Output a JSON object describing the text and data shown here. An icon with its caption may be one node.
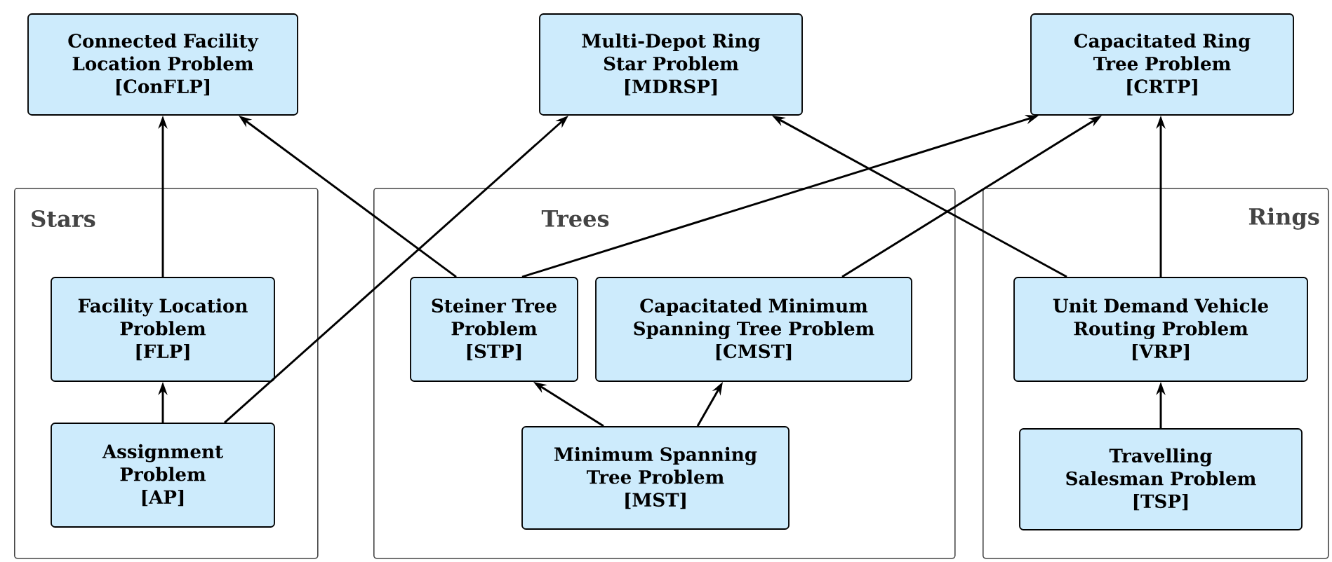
{
  "diagram": {
    "nodes": [
      {
        "text": [
          "Connected Facility Location Problem",
          "[ConFLP]"
        ]
      },
      {
        "text": [
          "Multi-Depot Ring Star Problem",
          "[MDRSP]"
        ]
      },
      {
        "text": [
          "Capacitated Ring Tree Problem",
          "[CRTP]"
        ]
      },
      {
        "text": [
          "Stars"
        ]
      },
      {
        "text": [
          "Trees"
        ]
      },
      {
        "text": [
          "Rings"
        ]
      },
      {
        "text": [
          "Facility Location Problem",
          "[FLP]"
        ],
        "in": 3
      },
      {
        "text": [
          "Assignment Problem",
          "[AP]"
        ],
        "in": 3
      },
      {
        "text": [
          "Steiner Tree Problem",
          "[STP]"
        ],
        "in": 4
      },
      {
        "text": [
          "Capacitated Minimum Spanning Tree Problem",
          "[CMST]"
        ],
        "in": 4
      },
      {
        "text": [
          "Minimum Spanning Tree Problem",
          "[MST]"
        ],
        "in": 4
      },
      {
        "text": [
          "Unit Demand Vehicle Routing Problem",
          "[VRP]"
        ],
        "in": 5
      },
      {
        "text": [
          "Travelling Salesman Problem",
          "[TSP]"
        ],
        "in": 5
      }
    ],
    "edges": [
      {
        "from": 6,
        "to": 0,
        "arrow": "to"
      },
      {
        "from": 7,
        "to": 6,
        "arrow": "to"
      },
      {
        "from": 7,
        "to": 1,
        "arrow": "to"
      },
      {
        "from": 8,
        "to": 0,
        "arrow": "to"
      },
      {
        "from": 8,
        "to": 2,
        "arrow": "to"
      },
      {
        "from": 9,
        "to": 2,
        "arrow": "to"
      },
      {
        "from": 10,
        "to": 8,
        "arrow": "to"
      },
      {
        "from": 10,
        "to": 9,
        "arrow": "to"
      },
      {
        "from": 11,
        "to": 1,
        "arrow": "to"
      },
      {
        "from": 11,
        "to": 2,
        "arrow": "to"
      },
      {
        "from": 12,
        "to": 11,
        "arrow": "to"
      }
    ]
  }
}
